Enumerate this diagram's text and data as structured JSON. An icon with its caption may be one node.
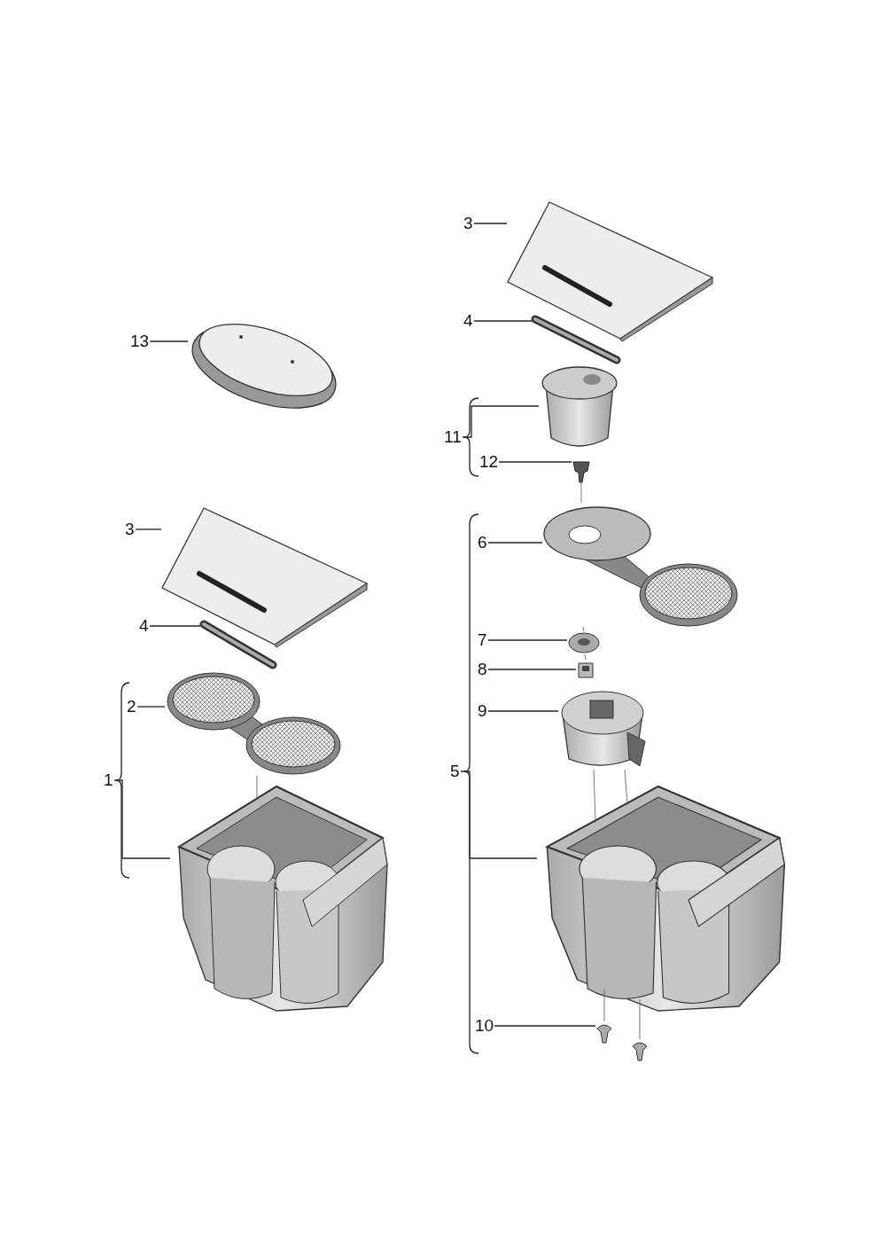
{
  "diagram": {
    "nodes": [
      {
        "text": [],
        "shape": "picture"
      },
      {
        "text": [],
        "shape": "picture"
      },
      {
        "text": [],
        "shape": "picture"
      },
      {
        "text": [],
        "shape": "picture"
      },
      {
        "text": [],
        "shape": "picture"
      },
      {
        "text": [],
        "shape": "picture"
      },
      {
        "text": [],
        "shape": "picture"
      },
      {
        "text": [],
        "shape": "picture"
      },
      {
        "text": [],
        "shape": "picture"
      },
      {
        "text": [],
        "shape": "picture"
      },
      {
        "text": [],
        "shape": "picture"
      },
      {
        "text": [],
        "shape": "picture"
      },
      {
        "text": [],
        "shape": "picture"
      },
      {
        "text": [],
        "shape": "picture"
      },
      {
        "text": [],
        "shape": "picture"
      },
      {
        "text": [
          "3"
        ]
      },
      {
        "text": [
          "4"
        ]
      },
      {
        "text": [
          "13"
        ]
      },
      {
        "text": [
          "11"
        ]
      },
      {
        "text": [
          "12"
        ]
      },
      {
        "text": [
          "3"
        ]
      },
      {
        "text": [
          "6"
        ]
      },
      {
        "text": [
          "4"
        ]
      },
      {
        "text": [
          "7"
        ]
      },
      {
        "text": [
          "8"
        ]
      },
      {
        "text": [
          "2"
        ]
      },
      {
        "text": [
          "9"
        ]
      },
      {
        "text": [
          "5"
        ]
      },
      {
        "text": [
          "1"
        ]
      },
      {
        "text": [
          "10"
        ]
      },
      {
        "text": [],
        "shape": "picture"
      }
    ],
    "edges": [
      {
        "from": 15,
        "to": 1,
        "arrow": "none"
      },
      {
        "from": 16,
        "to": 2,
        "arrow": "none"
      },
      {
        "from": 17,
        "to": 0,
        "arrow": "none"
      },
      {
        "from": 18,
        "to": 3,
        "arrow": "none"
      },
      {
        "from": 19,
        "to": 4,
        "arrow": "none"
      },
      {
        "from": 20,
        "to": 5,
        "arrow": "none"
      },
      {
        "from": 21,
        "to": 6,
        "arrow": "none"
      },
      {
        "from": 22,
        "to": 7,
        "arrow": "none"
      },
      {
        "from": 23,
        "to": 8,
        "arrow": "none"
      },
      {
        "from": 24,
        "to": 9,
        "arrow": "none"
      },
      {
        "from": 25,
        "to": 10,
        "arrow": "none"
      },
      {
        "from": 26,
        "to": 11,
        "arrow": "none"
      },
      {
        "from": 27,
        "to": 13,
        "arrow": "none"
      },
      {
        "from": 28,
        "to": 12,
        "arrow": "none"
      },
      {
        "from": 29,
        "to": 14,
        "arrow": "none"
      },
      {
        "from": 4,
        "to": 6,
        "arrow": "none",
        "color": "#555555"
      },
      {
        "from": 6,
        "to": 8,
        "arrow": "none",
        "color": "#555555"
      },
      {
        "from": 8,
        "to": 9,
        "arrow": "none",
        "color": "#555555"
      },
      {
        "from": 10,
        "to": 12,
        "arrow": "none",
        "color": "#555555"
      },
      {
        "from": 11,
        "to": 13,
        "arrow": "none",
        "color": "#555555"
      },
      {
        "from": 11,
        "to": 13,
        "arrow": "none",
        "color": "#555555"
      },
      {
        "from": 13,
        "to": 14,
        "arrow": "none",
        "color": "#555555"
      },
      {
        "from": 13,
        "to": 30,
        "arrow": "none",
        "color": "#555555"
      }
    ]
  }
}
